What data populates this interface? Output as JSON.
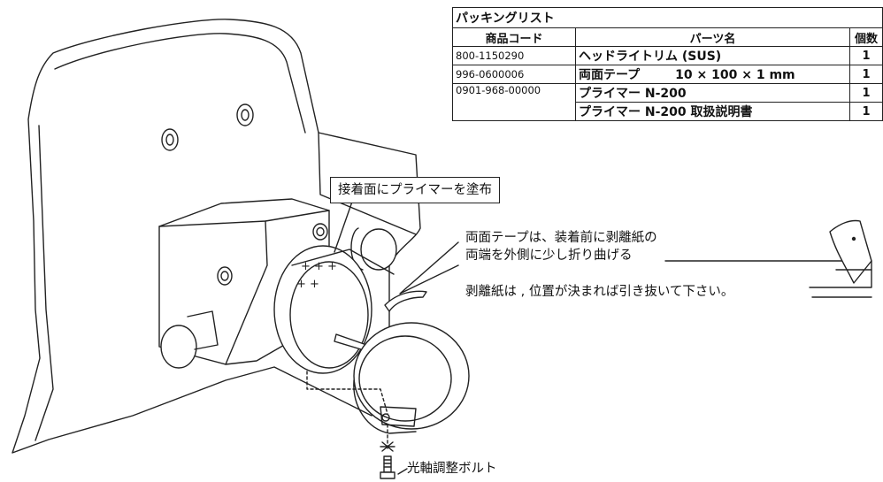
{
  "packing_list": {
    "title": "パッキングリスト",
    "headers": {
      "code": "商品コード",
      "name": "パーツ名",
      "qty": "個数"
    },
    "rows": [
      {
        "code": "800-1150290",
        "name": "ヘッドライトリム (SUS)",
        "spec": "",
        "qty": "1"
      },
      {
        "code": "996-0600006",
        "name": "両面テープ",
        "spec": "10 × 100 × 1 mm",
        "qty": "1"
      },
      {
        "code": "0901-968-00000",
        "name": "プライマー N-200",
        "spec": "",
        "qty": "1"
      },
      {
        "code": "",
        "name": "プライマー N-200 取扱説明書",
        "spec": "",
        "qty": "1"
      }
    ]
  },
  "callouts": {
    "primer": "接着面にプライマーを塗布",
    "tape_line1": "両面テープは、装着前に剥離紙の",
    "tape_line2": "両端を外側に少し折り曲げる",
    "release_paper": "剥離紙は , 位置が決まれば引き抜いて下さい。",
    "bolt": "光軸調整ボルト"
  }
}
